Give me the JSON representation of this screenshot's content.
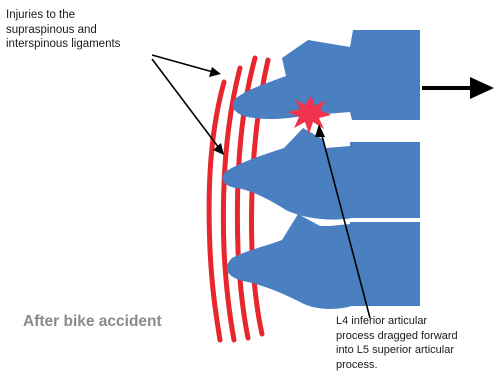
{
  "labels": {
    "injuries": [
      "Injuries to the",
      "supraspinous and",
      "interspinous ligaments"
    ],
    "caption": "After bike accident",
    "process": [
      "L4 inferior articular",
      "process dragged forward",
      "into L5 superior articular",
      "process."
    ]
  },
  "colors": {
    "bone": "#4a7fc1",
    "ligament": "#e8262d",
    "injury_star": "#f2334d",
    "arrow": "#000000",
    "caption_text": "#8a8a8a"
  },
  "icons": {
    "injury_marker": "starburst-icon",
    "motion_indicator": "arrow-right-icon"
  }
}
